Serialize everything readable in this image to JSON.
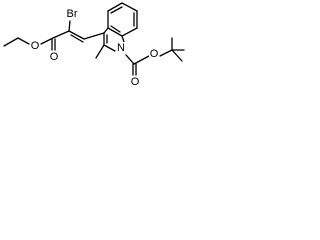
{
  "molecule": {
    "atoms": [
      {
        "id": "o-ether",
        "label": "O"
      },
      {
        "id": "br",
        "label": "Br"
      },
      {
        "id": "o-carbonyl-ester",
        "label": "O"
      },
      {
        "id": "n",
        "label": "N"
      },
      {
        "id": "o-carbamate-ether",
        "label": "O"
      },
      {
        "id": "o-carbamate-carbonyl",
        "label": "O"
      }
    ]
  },
  "colors": {
    "bond": "#000000",
    "label": "#000000",
    "background": "#ffffff"
  }
}
